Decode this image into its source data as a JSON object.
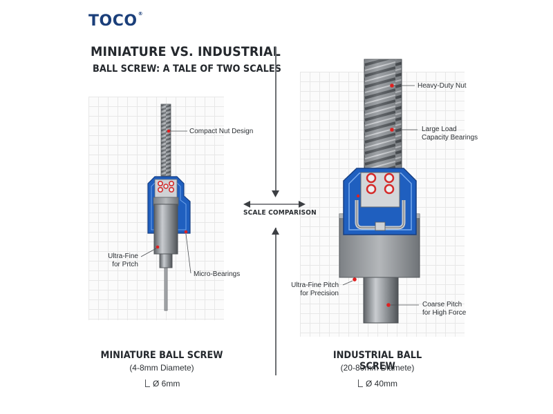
{
  "brand": {
    "name": "TOCO",
    "mark": "®"
  },
  "title": {
    "line1": "MINIATURE VS. INDUSTRIAL",
    "line2": "BALL SCREW: A TALE OF TWO SCALES"
  },
  "center": {
    "label": "SCALE COMPARISON"
  },
  "miniature": {
    "title": "MINIATURE BALL SCREW",
    "subtitle": "(4-8mm Diamete)",
    "dimension": "Ø 6mm",
    "callouts": {
      "nut": "Compact Nut Design",
      "pitch_line1": "Ultra-Fine",
      "pitch_line2": "for Prtch",
      "bearings": "Micro-Bearings"
    }
  },
  "industrial": {
    "title": "INDUSTRIAL BALL SCREW",
    "subtitle": "(20-80mm Diamete)",
    "dimension": "Ø 40mm",
    "callouts": {
      "nut": "Heavy-Duty Nut",
      "bearings_line1": "Large Load",
      "bearings_line2": "Capacity Bearings",
      "precision_line1": "Ultra-Fine Pitch",
      "precision_line2": "for Precision",
      "force_line1": "Coarse Pitch",
      "force_line2": "for High Force"
    }
  },
  "colors": {
    "brand": "#1b3f7a",
    "housing_blue": "#1f5fbf",
    "ball_red": "#d42a2a",
    "steel": "#8f9397",
    "marker_red": "#e02020"
  },
  "icons": [
    "diameter-icon",
    "double-arrow-icon",
    "arrow-down-icon",
    "arrow-up-icon"
  ]
}
